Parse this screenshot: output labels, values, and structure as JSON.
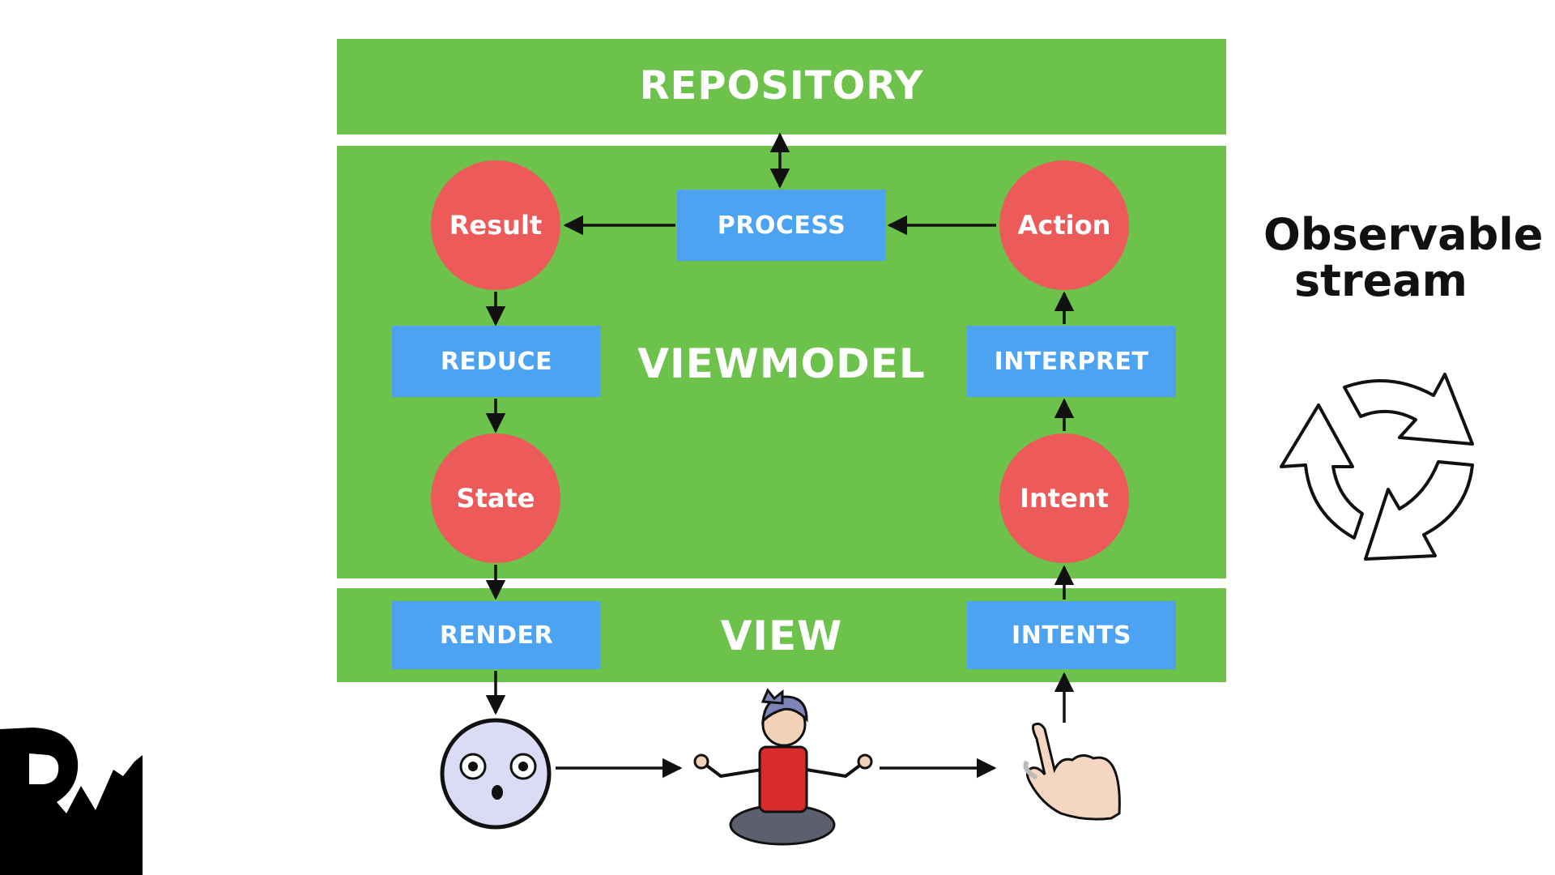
{
  "repository": {
    "title": "REPOSITORY"
  },
  "viewmodel": {
    "title": "VIEWMODEL",
    "process_label": "PROCESS",
    "reduce_label": "REDUCE",
    "interpret_label": "INTERPRET",
    "result_label": "Result",
    "action_label": "Action",
    "state_label": "State",
    "intent_label": "Intent"
  },
  "view": {
    "title": "VIEW",
    "render_label": "RENDER",
    "intents_label": "INTENTS"
  },
  "observable": {
    "line1": "Observable",
    "line2": "stream"
  },
  "colors": {
    "band_green": "#6cc24a",
    "box_blue": "#4ba3f2",
    "circle_red": "#ec5a5a"
  },
  "icons": [
    "surprised-face-icon",
    "meditating-person-icon",
    "pointing-hand-icon",
    "cycle-arrows-icon",
    "rw-logo-icon"
  ]
}
